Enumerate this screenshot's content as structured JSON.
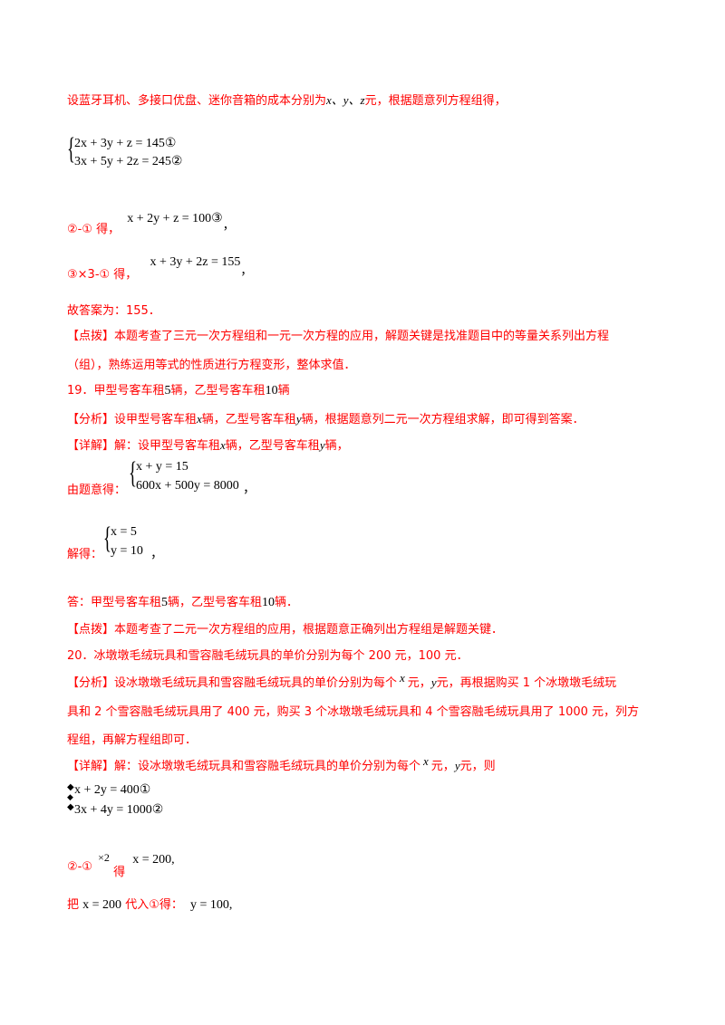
{
  "p1": {
    "text_a": "设蓝牙耳机、多接口优盘、迷你音箱的成本分别为",
    "vars": "x、y、z",
    "text_b": "元，根据题意列方程组得，"
  },
  "sys1": {
    "eq1": "2x + 3y + z = 145①",
    "eq2": "3x + 5y + 2z = 245②"
  },
  "step1": {
    "label": "②-① 得，",
    "eq": "x + 2y + z = 100③",
    "tail": "，"
  },
  "step2": {
    "label": "③×3-① 得，",
    "eq": "x + 3y + 2z = 155",
    "tail": "，"
  },
  "answer18": "故答案为：155．",
  "tip18": {
    "line1": "【点拨】本题考查了三元一次方程组和一元一次方程的应用，解题关键是找准题目中的等量关系列出方程",
    "line2": "（组），熟练运用等式的性质进行方程变形，整体求值．"
  },
  "q19": {
    "a": "19．甲型号客车租",
    "n1": "5",
    "b": "辆，乙型号客车租",
    "n2": "10",
    "c": "辆"
  },
  "analysis19": {
    "a": "【分析】设甲型号客车租",
    "x": "x",
    "b": "辆，乙型号客车租",
    "y": "y",
    "c": "辆，根据题意列二元一次方程组求解，即可得到答案．"
  },
  "detail19": {
    "a": "【详解】解：设甲型号客车租",
    "x": "x",
    "b": "辆，乙型号客车租",
    "y": "y",
    "c": "辆，"
  },
  "sys2": {
    "label": "由题意得：",
    "eq1": "x + y = 15",
    "eq2": "600x + 500y = 8000",
    "tail": "，"
  },
  "sys3": {
    "label": "解得：",
    "eq1": "x = 5",
    "eq2": "y = 10",
    "tail": "，"
  },
  "ans19": {
    "a": "答：甲型号客车租",
    "n1": "5",
    "b": "辆，乙型号客车租",
    "n2": "10",
    "c": "辆．"
  },
  "tip19": "【点拨】本题考查了二元一次方程组的应用，根据题意正确列出方程组是解题关键．",
  "q20": "20．冰墩墩毛绒玩具和雪容融毛绒玩具的单价分别为每个 200 元，100 元．",
  "analysis20": {
    "line1a": "【分析】设冰墩墩毛绒玩具和雪容融毛绒玩具的单价分别为每个",
    "x": "x",
    "line1b": "元，",
    "y": "y",
    "line1c": "元，再根据购买 1 个冰墩墩毛绒玩",
    "line2": "具和 2 个雪容融毛绒玩具用了 400 元，购买 3 个冰墩墩毛绒玩具和 4 个雪容融毛绒玩具用了 1000 元，列方",
    "line3": "程组，再解方程组即可．"
  },
  "detail20": {
    "a": "【详解】解：设冰墩墩毛绒玩具和雪容融毛绒玩具的单价分别为每个",
    "x": "x",
    "b": "元，",
    "y": "y",
    "c": "元，则"
  },
  "sys4": {
    "eq1": "x + 2y = 400①",
    "eq2": "3x + 4y = 1000②"
  },
  "step3": {
    "label": "②-①",
    "mult": "×2",
    "de": "得",
    "eq": "x = 200,"
  },
  "step4": {
    "a": "把",
    "eq_a": "x = 200",
    "b": "代入①得：",
    "eq_b": "y = 100,"
  }
}
